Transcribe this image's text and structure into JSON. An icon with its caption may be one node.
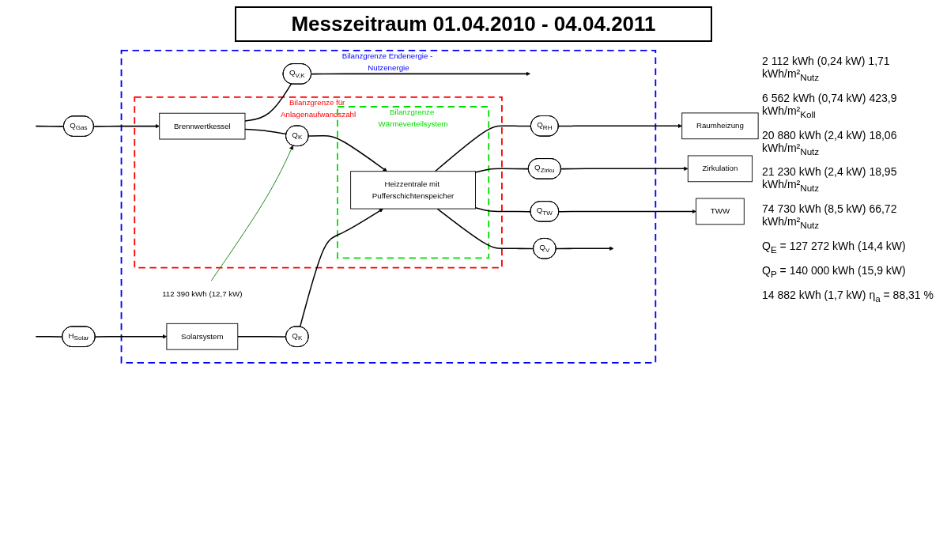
{
  "diagram": {
    "title": "Messzeitraum 01.04.2010 - 04.04.2011",
    "nodes": [
      {
        "text": [
          "H$_{Solar}$"
        ]
      },
      {
        "text": [
          "Bilanzgrenze Endenergie - Nutzenergie"
        ]
      },
      {
        "text": [
          "Solarsystem"
        ],
        "in": 1
      },
      {
        "text": [
          "Q$_{K}$"
        ],
        "in": 1
      },
      {
        "text": [
          "Q$_{V}$"
        ],
        "in": 1
      },
      {
        "text": [
          "Q$_{TW}$"
        ],
        "in": 1
      },
      {
        "text": [
          "TWW"
        ]
      },
      {
        "text": [
          "Bilanzgrenze für Anlagenaufwandszahl"
        ],
        "in": 1
      },
      {
        "text": [
          "Bilanzgrenze Wärmeverteilsystem"
        ],
        "in": 7
      },
      {
        "text": [
          "Heizzentrale mit Pufferschichtenspeicher"
        ],
        "in": 8
      },
      {
        "text": [
          "Q$_{Zirku}$"
        ],
        "in": 1
      },
      {
        "text": [
          "Zirkulation"
        ]
      },
      {
        "text": [
          "Q$_{Gas}$"
        ]
      },
      {
        "text": [
          "Brennwertkessel"
        ],
        "in": 7
      },
      {
        "text": [
          "Q$_{K}$"
        ],
        "in": 7
      },
      {
        "text": [
          "Q$_{RH}$"
        ],
        "in": 1
      },
      {
        "text": [
          "Raumheizung"
        ]
      },
      {
        "text": [
          "Q$_{V,K}$"
        ],
        "in": 1
      },
      {
        "text": [
          "112 390 kWh (12,7 kW)"
        ],
        "in": 1
      }
    ],
    "edges": [
      {
        "from": null,
        "to": 0,
        "arrow": "none"
      },
      {
        "from": 0,
        "to": 2,
        "arrow": "to"
      },
      {
        "from": 2,
        "to": 3,
        "arrow": "none"
      },
      {
        "from": 3,
        "to": 9,
        "arrow": "to"
      },
      {
        "from": null,
        "to": 12,
        "arrow": "none"
      },
      {
        "from": 12,
        "to": 13,
        "arrow": "to"
      },
      {
        "from": 13,
        "to": 14,
        "arrow": "none"
      },
      {
        "from": 14,
        "to": 9,
        "arrow": "to"
      },
      {
        "from": 13,
        "to": 17,
        "arrow": "none"
      },
      {
        "from": 17,
        "to": null,
        "arrow": "to"
      },
      {
        "from": 9,
        "to": 4,
        "arrow": "none"
      },
      {
        "from": 4,
        "to": null,
        "arrow": "to"
      },
      {
        "from": 9,
        "to": 5,
        "arrow": "none"
      },
      {
        "from": 9,
        "to": 10,
        "arrow": "none"
      },
      {
        "from": 9,
        "to": 15,
        "arrow": "none"
      },
      {
        "from": 5,
        "to": 6,
        "arrow": "to"
      },
      {
        "from": 10,
        "to": 11,
        "arrow": "to"
      },
      {
        "from": 15,
        "to": 16,
        "arrow": "to"
      },
      {
        "from": 18,
        "to": 14,
        "arrow": "to",
        "color": "#008000"
      }
    ],
    "labels": [
      "2 112 kWh (0,24 kW) 1,71 kWh/m²$_{Nutz}$",
      "6 562 kWh (0,74 kW) 423,9 kWh/m²$_{Koll}$",
      "20 880 kWh (2,4 kW) 18,06 kWh/m²$_{Nutz}$",
      "21 230 kWh (2,4 kW) 18,95 kWh/m²$_{Nutz}$",
      "74 730 kWh (8,5 kW) 66,72 kWh/m²$_{Nutz}$",
      "Q$_{E}$ = 127 272 kWh (14,4 kW)",
      "Q$_{P}$ = 140 000 kWh (15,9 kW)",
      "14 882 kWh (1,7 kW) η$_{a}$ = 88,31 %"
    ]
  }
}
